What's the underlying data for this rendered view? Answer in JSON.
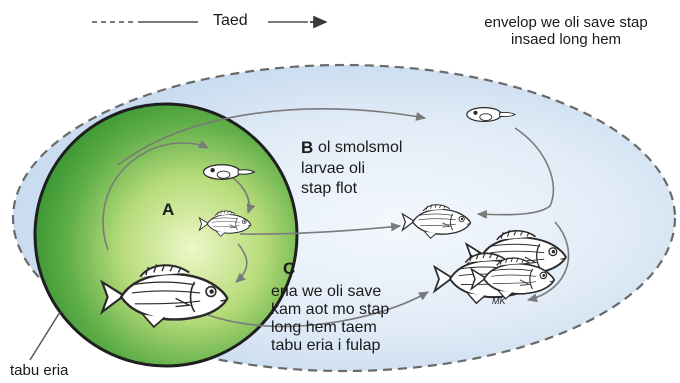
{
  "labels": {
    "time": "Taed",
    "envelope": [
      "envelop we oli save stap",
      "insaed long hem"
    ],
    "marker_a": "A",
    "marker_b": "B",
    "text_b": [
      "ol smolsmol",
      "larvae oli",
      "stap flot"
    ],
    "marker_c": "C",
    "text_c": [
      "eria we oli save",
      "kam aot mo stap",
      "long hem taem",
      "tabu eria i fulap"
    ],
    "tabu_area": "tabu eria",
    "signature": "MK"
  },
  "colors": {
    "envelope_fill": "#c9dcf0",
    "envelope_center": "#f4f8fd",
    "envelope_edge": "#6a6a6a",
    "tabu_edge": "#1f1f1f",
    "tabu_outer": "#3f9a36",
    "tabu_inner": "#eef7c8",
    "arrow": "#7a7a7a",
    "fish_stroke": "#2a2a2a"
  },
  "icons": [
    "larva-icon",
    "juvenile-fish-icon",
    "adult-fish-icon"
  ]
}
